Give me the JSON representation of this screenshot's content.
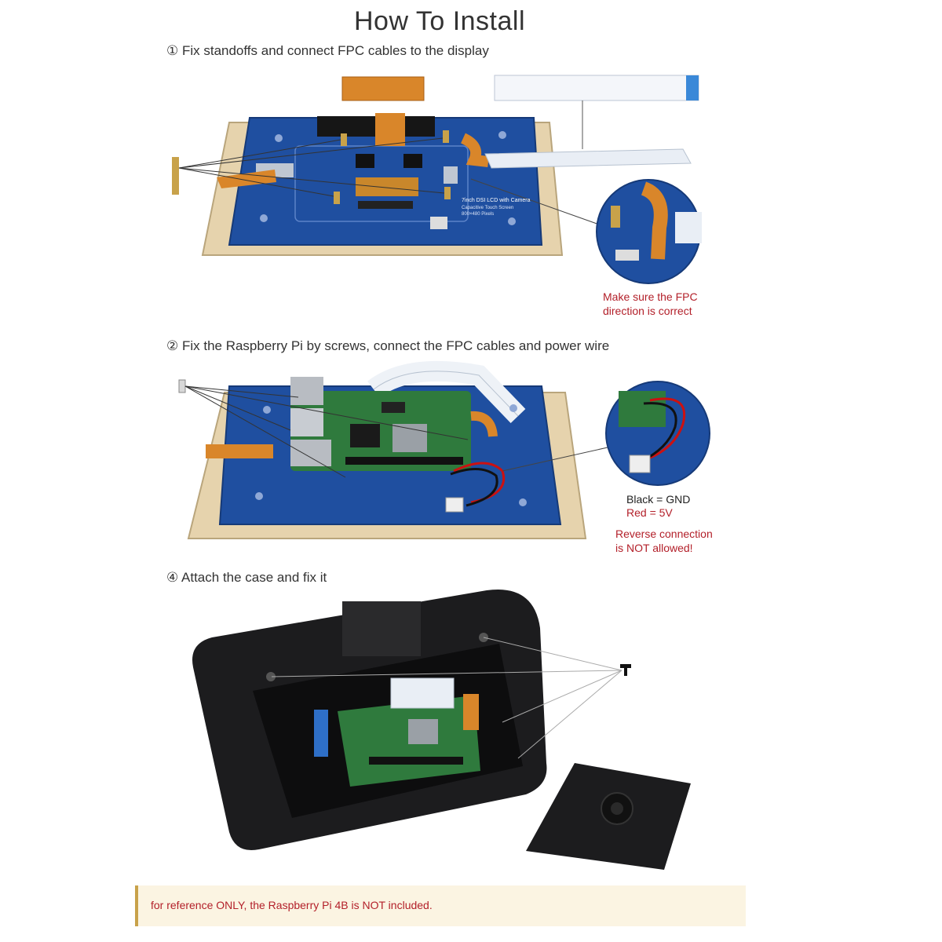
{
  "title": "How To Install",
  "steps": [
    {
      "label": "① Fix standoffs and connect FPC cables to the display"
    },
    {
      "label": "② Fix the Raspberry Pi by screws, connect the FPC cables and power wire"
    },
    {
      "label": "④ Attach the case and fix it"
    }
  ],
  "step1": {
    "note_line1": "Make sure the FPC",
    "note_line2": "direction is correct",
    "board_text": "7inch DSI LCD with Camera",
    "board_sub": "Capacitive Touch Screen",
    "board_res": "800×480 Pixels"
  },
  "step2": {
    "wire_black": "Black = GND",
    "wire_red": "Red = 5V",
    "warn_line1": "Reverse connection",
    "warn_line2": "is NOT allowed!"
  },
  "footer": "for reference ONLY, the Raspberry Pi 4B is NOT included.",
  "colors": {
    "accent_red": "#b3202a",
    "board_blue": "#1f4fa0",
    "frame_gold": "#d9c29a",
    "case_black": "#1c1c1e",
    "pi_green": "#2f7a3d",
    "fpc_orange": "#d9862a"
  }
}
